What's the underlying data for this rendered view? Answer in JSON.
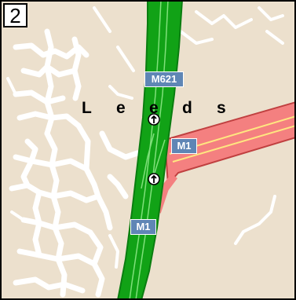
{
  "tile": {
    "number": "2"
  },
  "town": {
    "name": "Leeds",
    "letters": [
      "L",
      "e",
      "e",
      "d",
      "s"
    ]
  },
  "roads": {
    "shields": [
      {
        "label": "M621"
      },
      {
        "label": "M1"
      },
      {
        "label": "M1"
      }
    ]
  },
  "colors": {
    "land": "#ece0cd",
    "minor_roads": "#ffffff",
    "motorway": "#11a216",
    "motorway_dark": "#0a7d10",
    "motorway_casing": "#7fe07a",
    "a_road": "#f48080",
    "a_road_line": "#ffe680",
    "shield": "#5f86b5",
    "frame": "#000000"
  },
  "icons": [
    "junction-arrow-icon",
    "junction-arrow-icon"
  ]
}
